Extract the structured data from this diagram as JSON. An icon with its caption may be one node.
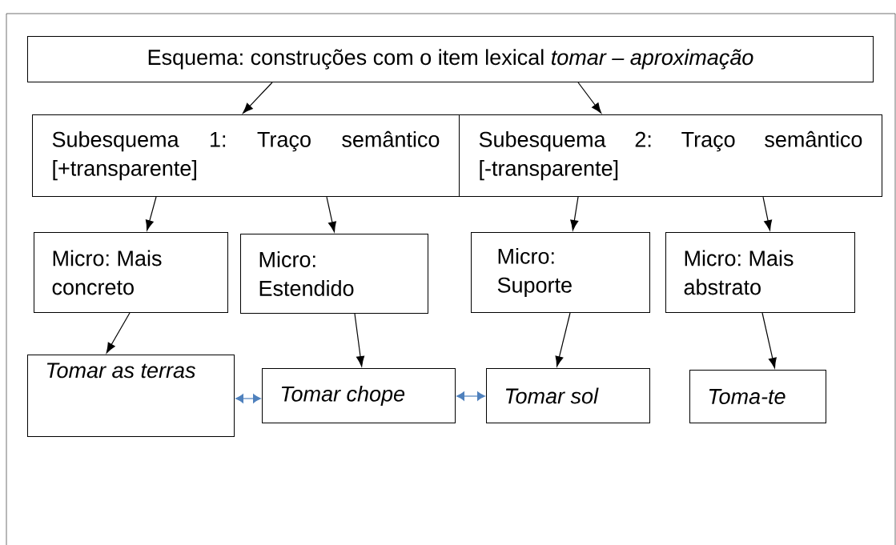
{
  "diagram": {
    "nodes": [
      {
        "text": [
          "Esquema: construções com o item lexical *tomar – aproximação*"
        ]
      },
      {
        "text": [
          "Subesquema 1: Traço semântico [+transparente]"
        ]
      },
      {
        "text": [
          "Subesquema 2: Traço semântico [-transparente]"
        ]
      },
      {
        "text": [
          "Micro: Mais concreto"
        ]
      },
      {
        "text": [
          "Micro: Estendido"
        ]
      },
      {
        "text": [
          "Micro: Suporte"
        ]
      },
      {
        "text": [
          "Micro: Mais abstrato"
        ]
      },
      {
        "text": [
          "Tomar as terras"
        ]
      },
      {
        "text": [
          "Tomar chope"
        ]
      },
      {
        "text": [
          "Tomar sol"
        ]
      },
      {
        "text": [
          "Toma-te"
        ]
      }
    ],
    "edges": [
      {
        "from": 0,
        "to": 1,
        "arrow": "to"
      },
      {
        "from": 0,
        "to": 2,
        "arrow": "to"
      },
      {
        "from": 1,
        "to": 3,
        "arrow": "to"
      },
      {
        "from": 1,
        "to": 4,
        "arrow": "to"
      },
      {
        "from": 2,
        "to": 5,
        "arrow": "to"
      },
      {
        "from": 2,
        "to": 6,
        "arrow": "to"
      },
      {
        "from": 3,
        "to": 7,
        "arrow": "to"
      },
      {
        "from": 4,
        "to": 8,
        "arrow": "to"
      },
      {
        "from": 5,
        "to": 9,
        "arrow": "to"
      },
      {
        "from": 6,
        "to": 10,
        "arrow": "to"
      },
      {
        "from": 7,
        "to": 8,
        "arrow": "both",
        "color": "#4f81bd"
      },
      {
        "from": 8,
        "to": 9,
        "arrow": "both",
        "color": "#4f81bd"
      }
    ]
  }
}
